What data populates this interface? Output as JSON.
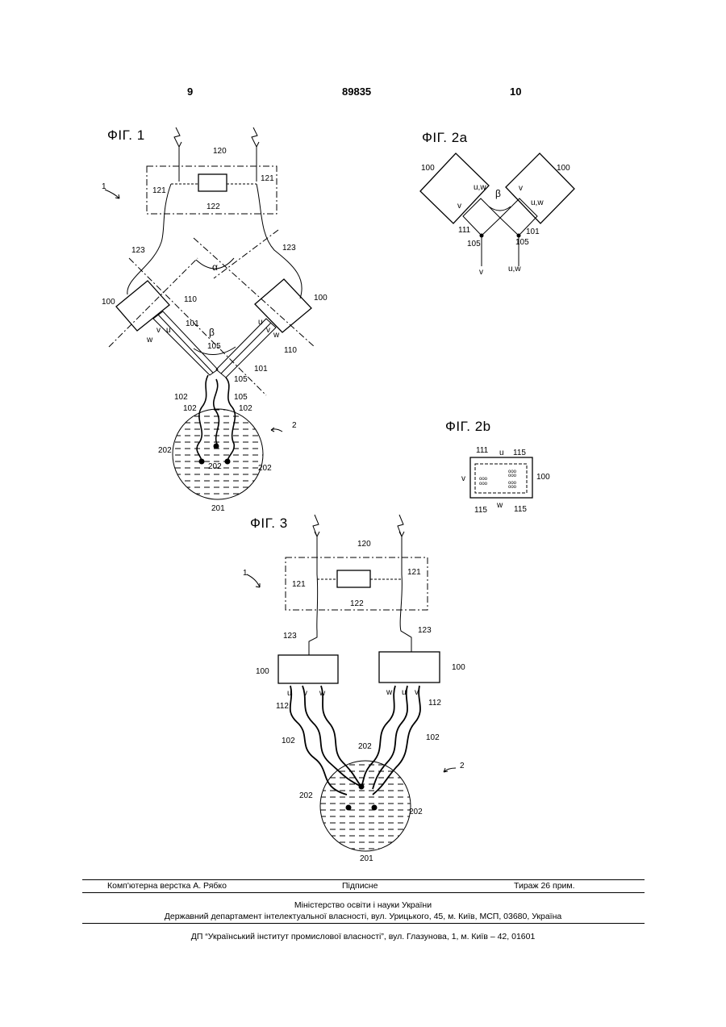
{
  "header": {
    "page_left": "9",
    "patent_number": "89835",
    "page_right": "10"
  },
  "figures": {
    "fig1": {
      "title": "ФІГ. 1"
    },
    "fig2a": {
      "title": "ФІГ. 2а"
    },
    "fig2b": {
      "title": "ФІГ. 2b"
    },
    "fig3": {
      "title": "ФІГ. 3"
    }
  },
  "labels": {
    "n1": "1",
    "n2": "2",
    "n100": "100",
    "n101": "101",
    "n102": "102",
    "n105": "105",
    "n110": "110",
    "n111": "111",
    "n112": "112",
    "n115": "115",
    "n120": "120",
    "n121": "121",
    "n122": "122",
    "n123": "123",
    "n201": "201",
    "n202": "202",
    "u": "u",
    "v": "v",
    "w": "w",
    "uw": "u,w",
    "alpha": "α",
    "beta": "β"
  },
  "footer": {
    "layout_by": "Комп'ютерна верстка А. Рябко",
    "signed": "Підписне",
    "circulation": "Тираж 26 прим.",
    "ministry": "Міністерство освіти і науки України",
    "department": "Державний департамент інтелектуальної власності, вул. Урицького, 45, м. Київ, МСП, 03680, Україна",
    "institute": "ДП “Український інститут промислової власності”, вул. Глазунова, 1, м. Київ – 42, 01601"
  }
}
